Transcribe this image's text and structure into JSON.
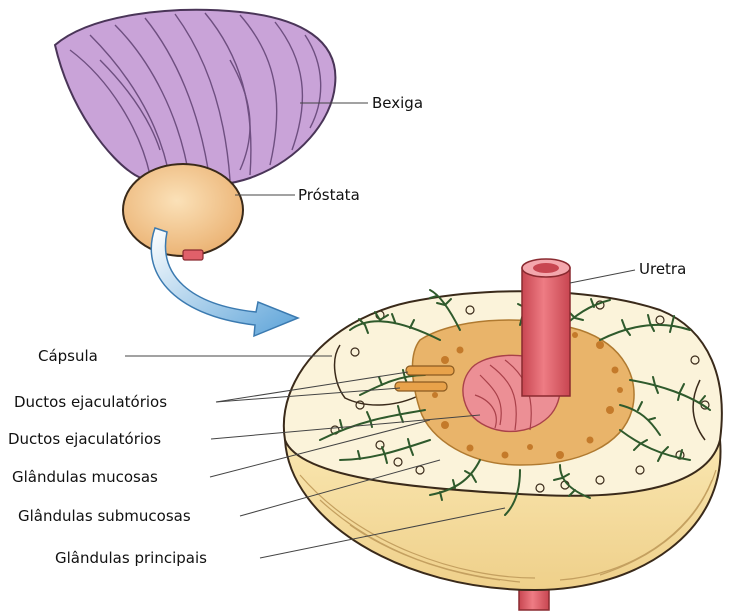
{
  "labels": {
    "bexiga": "Bexiga",
    "prostata": "Próstata",
    "uretra": "Uretra",
    "capsula": "Cápsula",
    "ductos_1": "Ductos ejaculatórios",
    "ductos_2": "Ductos ejaculatórios",
    "mucosas": "Glândulas mucosas",
    "submucosas": "Glândulas submucosas",
    "principais": "Glândulas principais"
  },
  "colors": {
    "bladder": "#c9a3d8",
    "bladder_stroke": "#4a3558",
    "prostate": "#f5c88a",
    "urethra": "#e0606a",
    "arrow": "#7fb7e0",
    "capsule": "#f7e3a9",
    "section_face": "#fbf3da",
    "inner_zone": "#e9b46a",
    "gland_tree": "#2f5a2c"
  }
}
